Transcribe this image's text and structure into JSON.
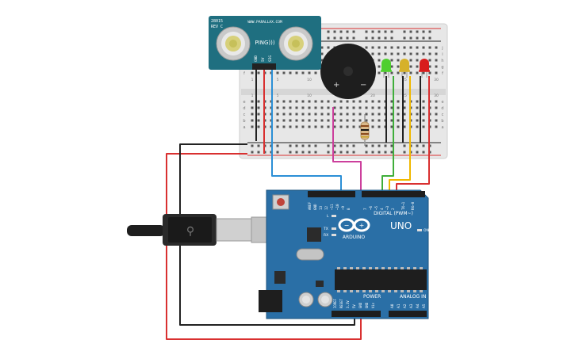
{
  "board": {
    "brand": "ARDUINO",
    "model": "UNO",
    "digital_header": "DIGITAL (PWM~)",
    "power_header": "POWER",
    "analog_header": "ANALOG IN",
    "led_l": "L",
    "led_tx": "TX",
    "led_rx": "RX",
    "led_on": "ON",
    "digital_pins": [
      "AREF",
      "GND",
      "13",
      "12",
      "~11",
      "~10",
      "~9",
      "8",
      "7",
      "~6",
      "~5",
      "4",
      "~3",
      "2",
      "TX→1",
      "RX←0"
    ],
    "power_pins": [
      "IOREF",
      "RESET",
      "3.3V",
      "5V",
      "GND",
      "GND",
      "Vin"
    ],
    "analog_pins": [
      "A0",
      "A1",
      "A2",
      "A3",
      "A4",
      "A5"
    ],
    "colors": {
      "board": "#2a6fa6",
      "header": "#1e1e1e",
      "accent": "#ffffff"
    }
  },
  "sensor": {
    "model": "28015",
    "rev": "REV C",
    "website": "WWW.PARALLAX.COM",
    "name": "PING)))",
    "pins": [
      "GND",
      "5V",
      "SIG"
    ],
    "color": "#1f6f80"
  },
  "breadboard": {
    "row_letters": [
      "a",
      "b",
      "c",
      "d",
      "e",
      "f",
      "g",
      "h",
      "i",
      "j"
    ],
    "column_numbers": [
      "1",
      "5",
      "10",
      "15",
      "20",
      "25",
      "30"
    ]
  },
  "wires": {
    "colors": {
      "sig": "#2b8fd6",
      "buzzer": "#cc3f9c",
      "green_led": "#3fae3a",
      "yellow_led": "#f0b800",
      "red_led": "#d93030",
      "power": "#d93030",
      "ground": "#222222"
    }
  },
  "leds": [
    {
      "color": "#4fcf2e",
      "name": "green"
    },
    {
      "color": "#d6b12a",
      "name": "yellow"
    },
    {
      "color": "#d81d1d",
      "name": "red"
    }
  ],
  "buzzer": {
    "plus": "+",
    "minus": "−"
  }
}
